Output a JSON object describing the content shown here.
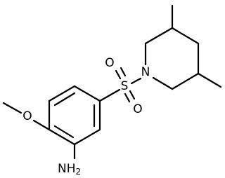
{
  "structure": {
    "atoms": {
      "sulfur": "S",
      "nitrogen_ring": "N",
      "oxygen_top": "O",
      "oxygen_bottom": "O",
      "oxygen_methoxy": "O",
      "amine": "NH",
      "amine_subscript": "2"
    }
  }
}
